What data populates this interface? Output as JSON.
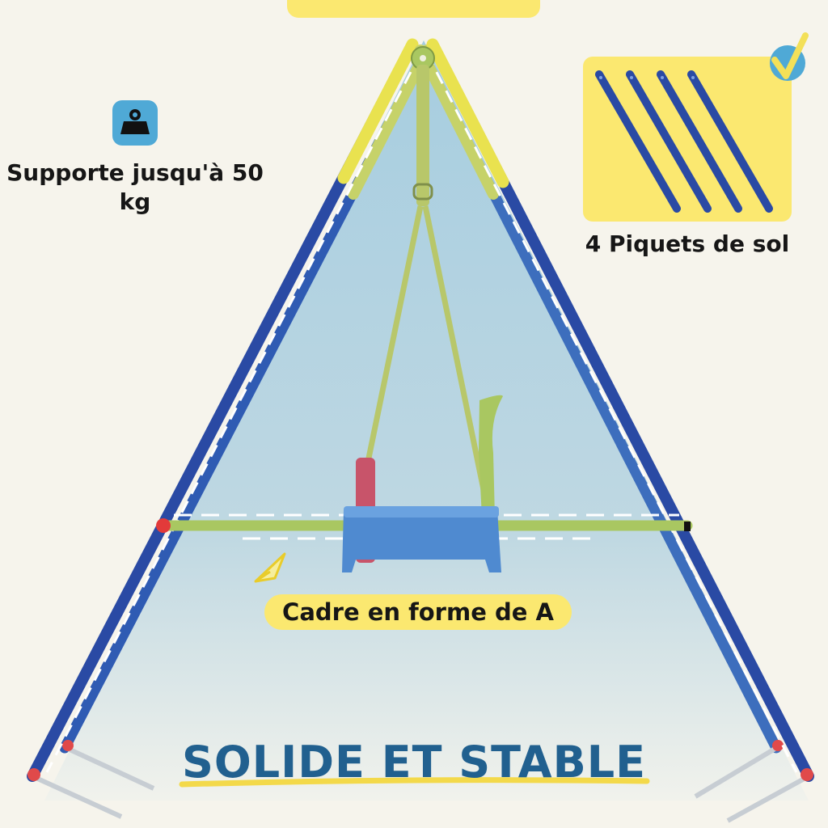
{
  "weight_label": "Supporte jusqu'à 50 kg",
  "stakes_label": "4 Piquets de sol",
  "frame_label": "Cadre en forme de A",
  "headline": "SOLIDE ET STABLE",
  "icons": {
    "weight": "weight-icon",
    "check": "check-icon",
    "cursor": "cursor-arrow-icon"
  },
  "colors": {
    "background": "#f6f4ec",
    "frame_blue": "#2a4aa4",
    "frame_yellow": "#e9e24f",
    "crossbar_green": "#a9c761",
    "accent_yellow": "#fbe870",
    "headline_blue": "#21608f",
    "badge_blue": "#4fa9d6"
  }
}
